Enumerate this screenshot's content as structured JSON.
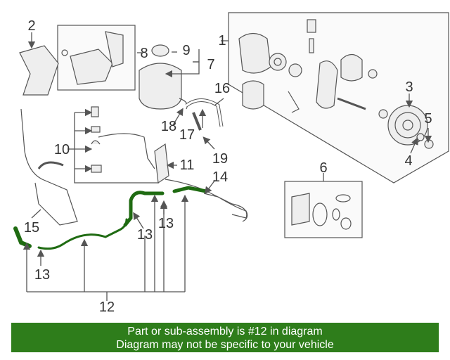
{
  "callouts": {
    "c1": "1",
    "c2": "2",
    "c3": "3",
    "c4": "4",
    "c5": "5",
    "c6": "6",
    "c7": "7",
    "c8": "8",
    "c9": "9",
    "c10": "10",
    "c11": "11",
    "c12": "12",
    "c13a": "13",
    "c13b": "13",
    "c13c": "13",
    "c14": "14",
    "c15": "15",
    "c16": "16",
    "c17": "17",
    "c18": "18",
    "c19": "19"
  },
  "banner": {
    "line1": "Part or sub-assembly is #12 in diagram",
    "line2": "Diagram may not be specific to your vehicle"
  },
  "colors": {
    "highlight": "#1f6b12",
    "banner": "#2e7d1b",
    "line": "#555555"
  }
}
